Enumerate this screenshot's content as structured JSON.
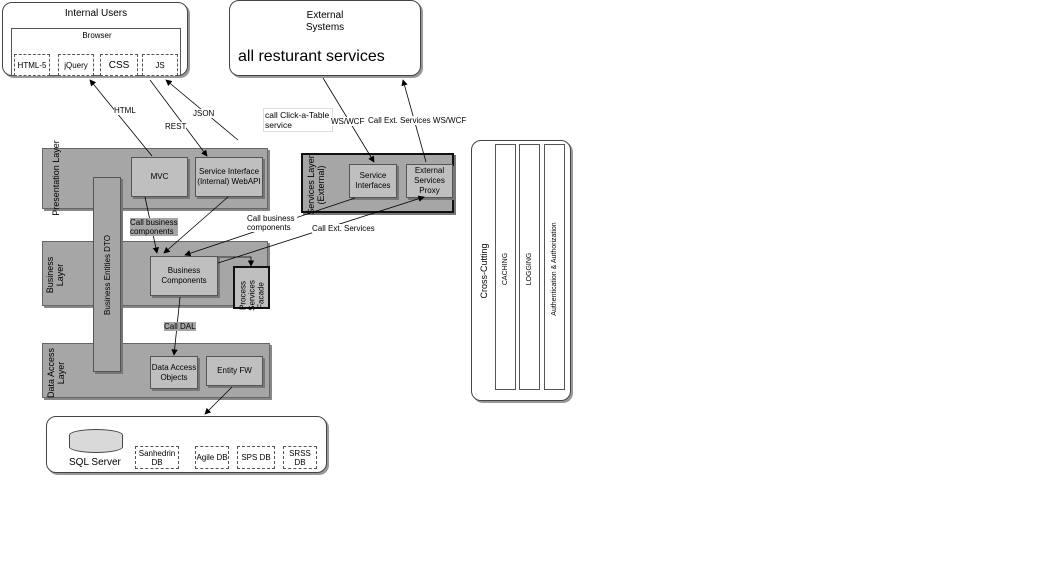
{
  "internal_users": {
    "title": "Internal Users",
    "browser_label": "Browser",
    "items": [
      "HTML-5",
      "jQuery",
      "CSS",
      "JS"
    ]
  },
  "external_systems": {
    "title": "External Systems",
    "service_text": "all resturant services"
  },
  "arrow_labels": {
    "html": "HTML",
    "rest": "REST",
    "json": "JSON",
    "call_click_a_table": "call Click-a-Table service",
    "ws_wcf_1": "WS/WCF",
    "call_ext_services_ws": "Call Ext. Services WS/WCF",
    "call_business_1": "Call business components",
    "call_business_2": "Call business components",
    "call_ext_services": "Call Ext. Services",
    "call_dal": "Call DAL"
  },
  "presentation_layer": {
    "label": "Presentation Layer",
    "mvc": "MVC",
    "service_interface": "Service Interface (Internal) WebAPI"
  },
  "services_layer": {
    "label": "Services Layer (External)",
    "service_interfaces": "Service Interfaces",
    "external_proxy": "External Services Proxy"
  },
  "business_layer": {
    "label": "Business Layer",
    "business_components": "Business Components",
    "process_facade": "Process Services Facade"
  },
  "business_entities": {
    "label": "Business Entities DTO"
  },
  "data_access_layer": {
    "label": "Data Access Layer",
    "dao": "Data Access Objects",
    "entity_fw": "Entity FW"
  },
  "database": {
    "sql_server": "SQL Server",
    "dbs": [
      "Sanhedrin DB",
      "Agile DB",
      "SPS DB",
      "SRSS DB"
    ]
  },
  "cross_cutting": {
    "title": "Cross-Cutting",
    "columns": [
      "CACHING",
      "LOGGING",
      "Authentication & Authorization"
    ]
  }
}
